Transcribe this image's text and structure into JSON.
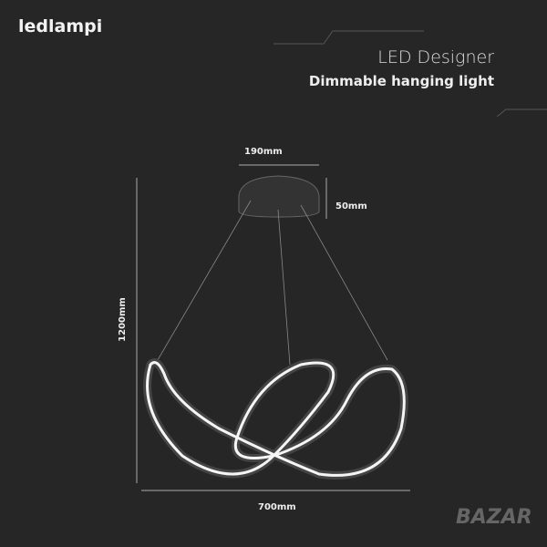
{
  "brand": "ledlampi",
  "title": "LED Designer",
  "subtitle": "Dimmable hanging light",
  "dimensions": {
    "canopy_width": "190mm",
    "canopy_height": "50mm",
    "total_height": "1200mm",
    "width": "700mm"
  },
  "watermark": "BAZAR"
}
